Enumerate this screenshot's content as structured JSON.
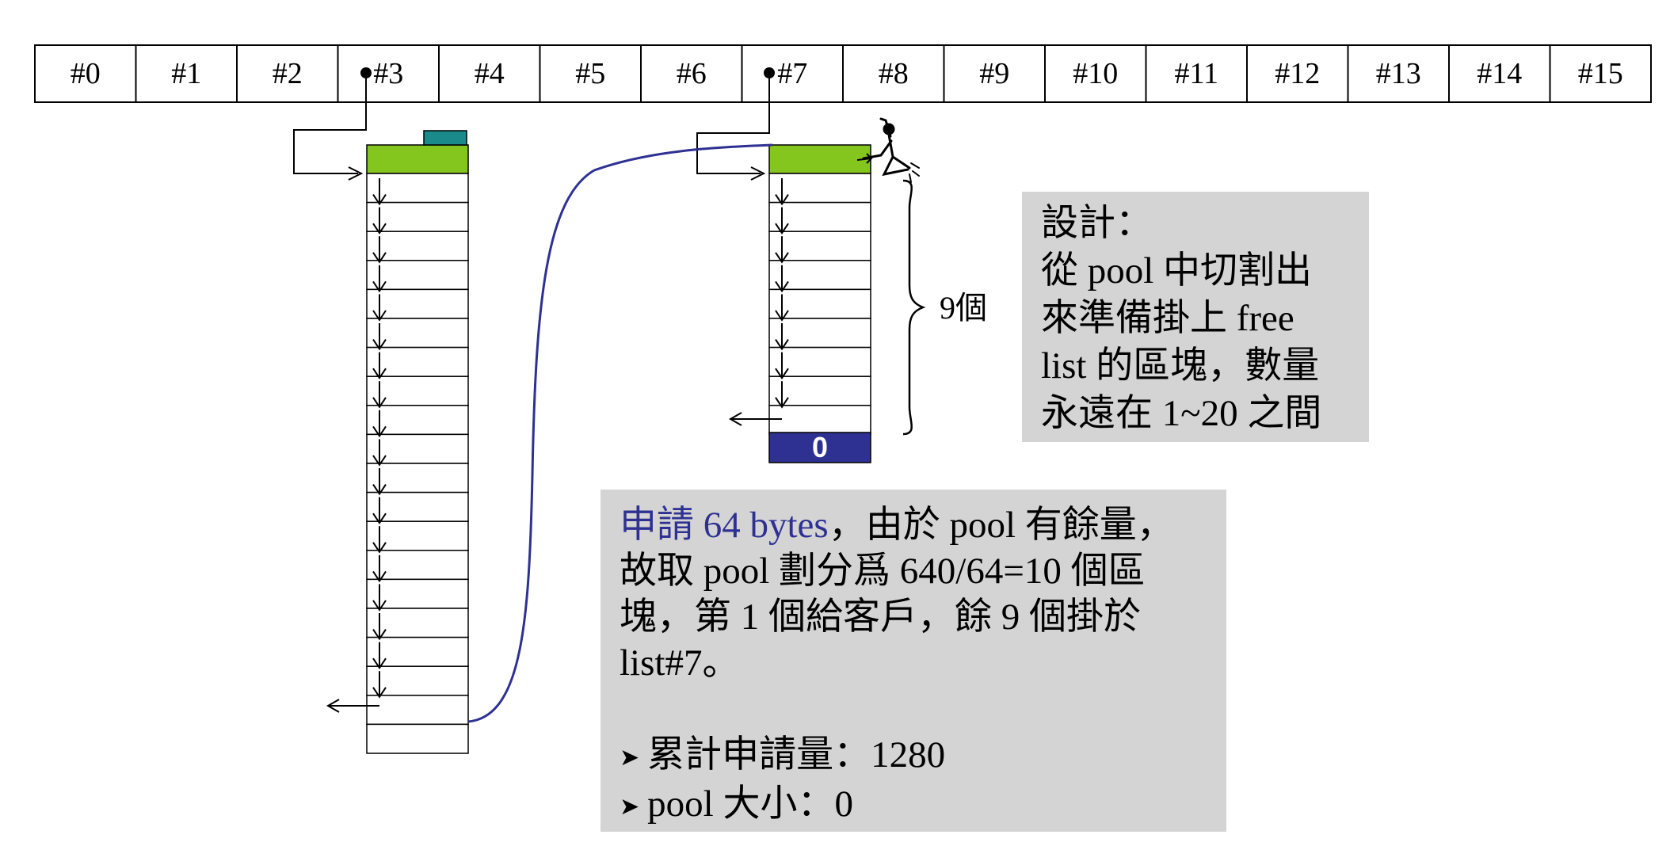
{
  "free_list": {
    "slots": [
      "#0",
      "#1",
      "#2",
      "#3",
      "#4",
      "#5",
      "#6",
      "#7",
      "#8",
      "#9",
      "#10",
      "#11",
      "#12",
      "#13",
      "#14",
      "#15"
    ]
  },
  "chunks_list7": {
    "count_label": "9個",
    "terminal_label": "0"
  },
  "design_note": {
    "lines": [
      "設計：",
      "從 pool 中切割出",
      "來準備掛上 free",
      "list 的區塊，數量",
      "永遠在 1~20 之間"
    ]
  },
  "request_note": {
    "highlight": "申請 64 bytes",
    "line1_rest": "，由於 pool 有餘量，",
    "line2": "故取 pool 劃分爲 640/64=10 個區",
    "line3": "塊，第 1 個給客戶，餘 9 個掛於",
    "line4": "list#7。",
    "stat_total": "累計申請量：1280",
    "stat_pool": "pool 大小：0"
  },
  "colors": {
    "chunk_head": "#84c51e",
    "chunk_tab": "#1a8a8a",
    "terminal": "#2e3192",
    "curve": "#2e3192",
    "note_bg": "#d4d4d4"
  }
}
